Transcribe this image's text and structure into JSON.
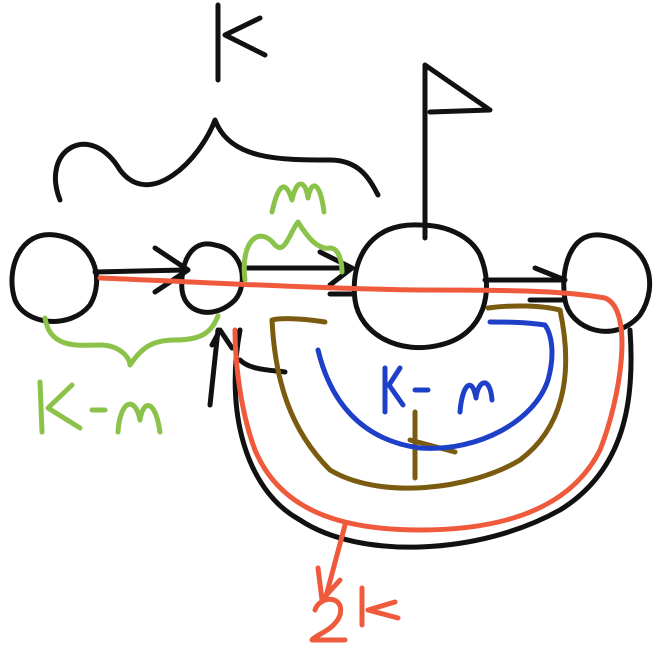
{
  "diagram": {
    "labels": {
      "top_k": "K",
      "green_m": "m",
      "green_k_minus_m": "k-m",
      "blue_k_minus_m": "k-m",
      "red_2k": "2K"
    },
    "colors": {
      "ink": "#111111",
      "green": "#8bc34a",
      "blue": "#1e40c8",
      "brown": "#7a5b10",
      "red": "#f05a3c"
    }
  }
}
